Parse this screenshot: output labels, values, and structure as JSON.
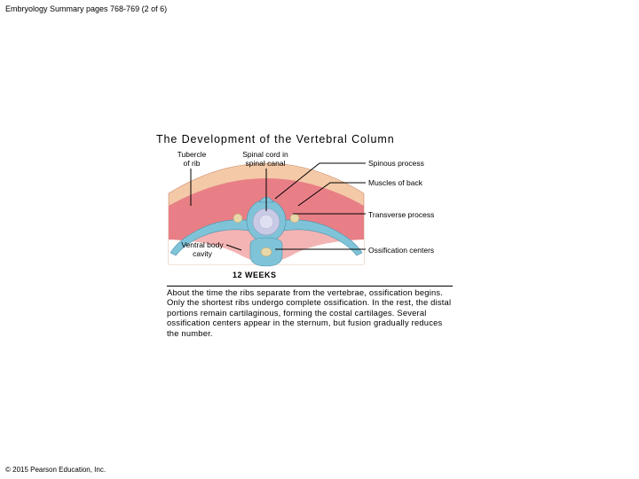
{
  "header": {
    "text": "Embryology Summary pages 768-769 (2 of 6)"
  },
  "figure": {
    "title": "The Development of the Vertebral Column",
    "labels": {
      "tubercle": [
        "Tubercle",
        "of rib"
      ],
      "spinal_cord": [
        "Spinal cord in",
        "spinal canal"
      ],
      "spinous_process": "Spinous process",
      "muscles_of_back": "Muscles of back",
      "transverse_process": "Transverse process",
      "ventral_body_cavity": [
        "Ventral body",
        "cavity"
      ],
      "ossification_centers": "Ossification centers"
    },
    "stage": "12 WEEKS",
    "caption": "About the time the ribs separate from the vertebrae, ossification begins. Only the shortest ribs undergo complete ossification. In the rest, the distal portions remain cartilaginous, forming the costal cartilages. Several ossification centers appear in the sternum, but fusion gradually reduces the number.",
    "colors": {
      "skin": "#f4c9a8",
      "muscle": "#e87f86",
      "cartilage": "#7fc3d8",
      "spinal_cord": "#c9cbe6",
      "ossification": "#e8d7a8"
    }
  },
  "footer": {
    "text": "© 2015 Pearson Education, Inc."
  }
}
